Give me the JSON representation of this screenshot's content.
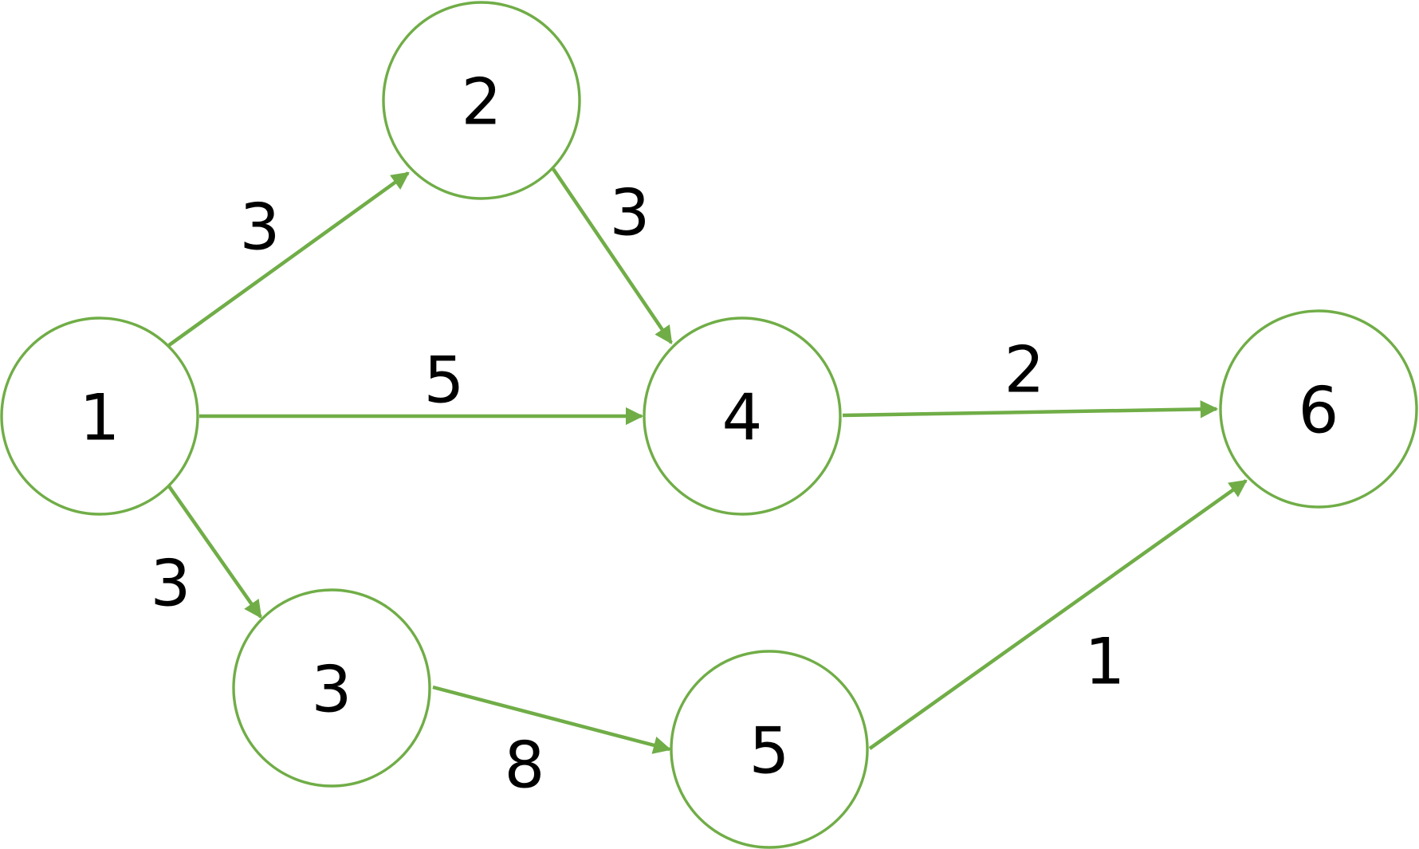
{
  "colors": {
    "accent": "#70ad47",
    "text": "#000000",
    "background": "#ffffff"
  },
  "graph": {
    "nodes": [
      {
        "id": "1",
        "label": "1"
      },
      {
        "id": "2",
        "label": "2"
      },
      {
        "id": "3",
        "label": "3"
      },
      {
        "id": "4",
        "label": "4"
      },
      {
        "id": "5",
        "label": "5"
      },
      {
        "id": "6",
        "label": "6"
      }
    ],
    "edges": [
      {
        "from": "1",
        "to": "2",
        "weight": "3"
      },
      {
        "from": "1",
        "to": "4",
        "weight": "5"
      },
      {
        "from": "1",
        "to": "3",
        "weight": "3"
      },
      {
        "from": "2",
        "to": "4",
        "weight": "3"
      },
      {
        "from": "4",
        "to": "6",
        "weight": "2"
      },
      {
        "from": "3",
        "to": "5",
        "weight": "8"
      },
      {
        "from": "5",
        "to": "6",
        "weight": "1"
      }
    ]
  }
}
